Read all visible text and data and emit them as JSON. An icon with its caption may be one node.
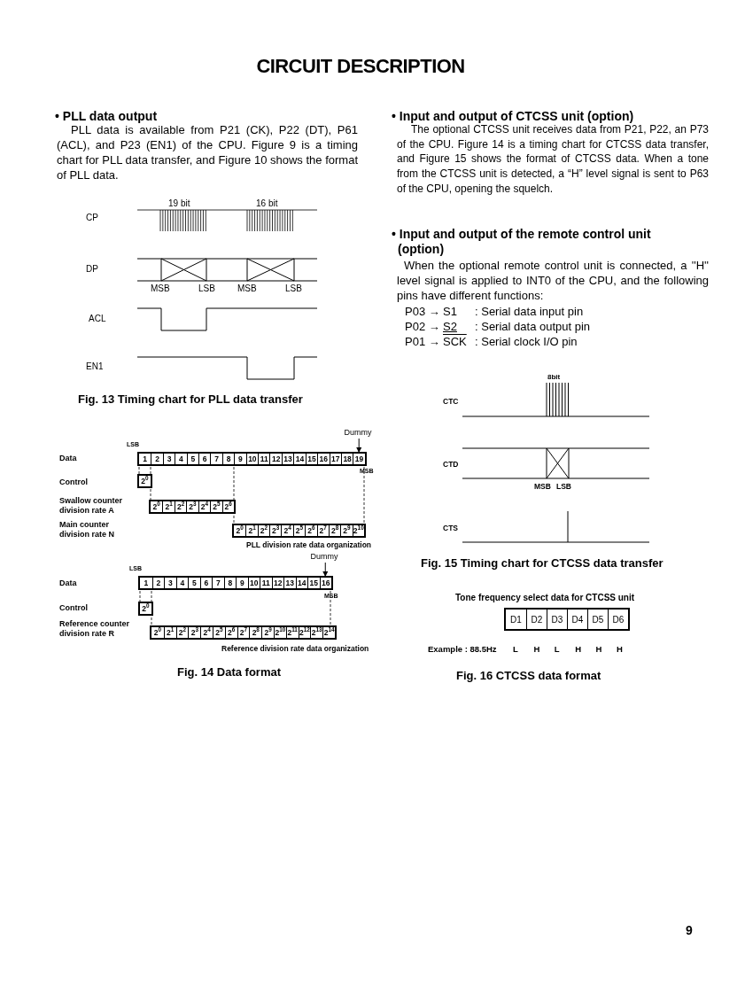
{
  "diagram": {
    "title": "CIRCUIT DESCRIPTION",
    "nodes": [
      {
        "text": [
          "Dummy"
        ]
      },
      {
        "text": [
          "Dummy"
        ]
      },
      {
        "text": [
          "19"
        ]
      },
      {
        "text": [
          "16"
        ]
      }
    ],
    "edges": [
      {
        "from": 0,
        "to": 2,
        "arrow": "to"
      },
      {
        "from": 1,
        "to": 3,
        "arrow": "to"
      }
    ],
    "labels": [
      "• PLL data output",
      "PLL data is available from P21 (CK), P22 (DT), P61 (ACL), and P23 (EN1) of the CPU. Figure 9 is a timing chart for PLL data transfer, and Figure 10 shows the format of PLL data.",
      "19 bit",
      "16 bit",
      "CP",
      "DP",
      "MSB",
      "LSB",
      "MSB",
      "LSB",
      "ACL",
      "EN1",
      "Fig. 13 Timing chart for PLL data transfer",
      "LSB",
      "Data",
      "1",
      "2",
      "3",
      "4",
      "5",
      "6",
      "7",
      "8",
      "9",
      "10",
      "11",
      "12",
      "13",
      "14",
      "15",
      "16",
      "17",
      "18",
      "MSB",
      "Control",
      "2$^{0}$",
      "Swallow counter division rate A",
      "2$^{0}$",
      "2$^{1}$",
      "2$^{2}$",
      "2$^{3}$",
      "2$^{4}$",
      "2$^{5}$",
      "2$^{6}$",
      "Main counter division rate N",
      "2$^{0}$",
      "2$^{1}$",
      "2$^{2}$",
      "2$^{3}$",
      "2$^{4}$",
      "2$^{5}$",
      "2$^{6}$",
      "2$^{7}$",
      "2$^{8}$",
      "2$^{9}$",
      "2$^{10}$",
      "PLL division rate data organization",
      "LSB",
      "Data",
      "1",
      "2",
      "3",
      "4",
      "5",
      "6",
      "7",
      "8",
      "9",
      "10",
      "11",
      "12",
      "13",
      "14",
      "15",
      "MSB",
      "Control",
      "2$^{0}$",
      "Reference counter division rate R",
      "2$^{0}$",
      "2$^{1}$",
      "2$^{2}$",
      "2$^{3}$",
      "2$^{4}$",
      "2$^{5}$",
      "2$^{6}$",
      "2$^{7}$",
      "2$^{8}$",
      "2$^{9}$",
      "2$^{10}$",
      "2$^{11}$",
      "2$^{12}$",
      "2$^{13}$",
      "2$^{14}$",
      "Reference division rate data organization",
      "Fig. 14 Data format",
      "• Input and output of CTCSS unit (option)",
      "The optional CTCSS unit receives data from P21, P22, an P73 of the CPU. Figure 14 is a timing chart for CTCSS data transfer, and Figure 15 shows the format of CTCSS data. When a tone from the CTCSS unit is detected, a “H” level signal is sent to P63 of the CPU, opening the squelch.",
      "• Input and output of the remote control unit (option)",
      "When the optional remote control unit is connected, a ''H'' level signal is applied to INT0 of the CPU, and the following pins have different functions:",
      "P03 →",
      "S1",
      ": Serial data input pin",
      "P02 →",
      "S2",
      ": Serial data output pin",
      "P01 →",
      "SCK",
      ": Serial clock I/O pin",
      "8bit",
      "CTC",
      "CTD",
      "MSB",
      "LSB",
      "CTS",
      "Fig. 15 Timing chart for CTCSS data transfer",
      "Tone frequency select data for CTCSS unit",
      "D1",
      "D2",
      "D3",
      "D4",
      "D5",
      "D6",
      "Example : 88.5Hz",
      "L",
      "H",
      "L",
      "H",
      "H",
      "H",
      "Fig. 16 CTCSS data format",
      "9"
    ]
  }
}
